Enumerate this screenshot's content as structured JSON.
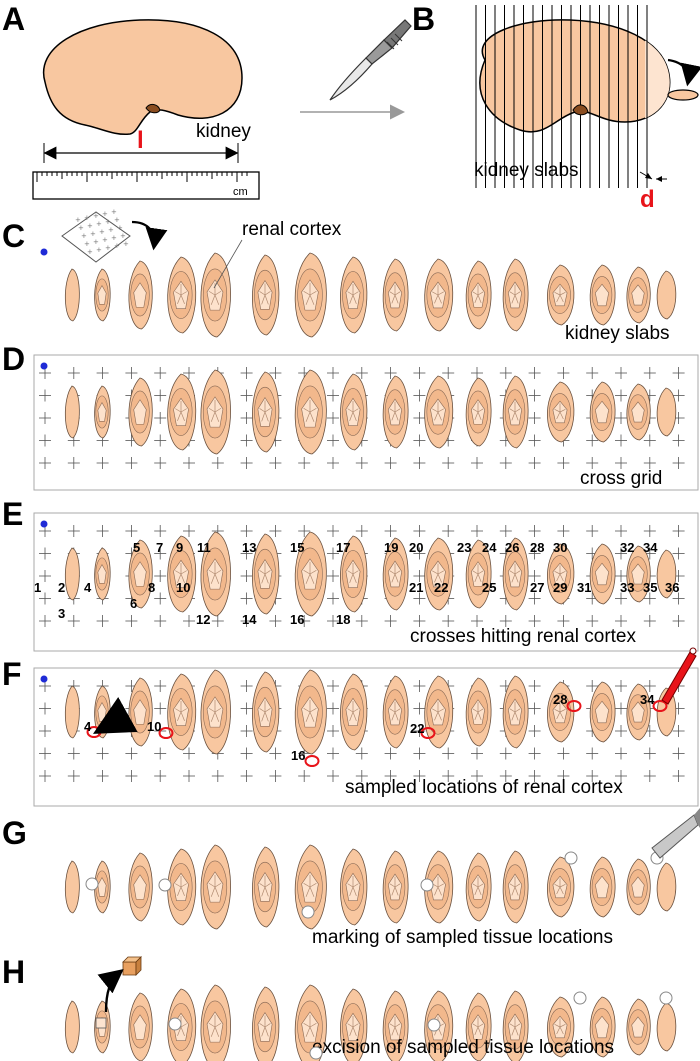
{
  "panels": [
    {
      "letter": "A"
    },
    {
      "letter": "B"
    },
    {
      "letter": "C",
      "caption": "kidney slabs",
      "callout": "renal cortex",
      "grid": false,
      "n": 16
    },
    {
      "letter": "D",
      "caption": "cross grid",
      "grid": true,
      "n": 16
    },
    {
      "letter": "E",
      "caption": "crosses hitting renal cortex",
      "grid": true,
      "n": 16
    },
    {
      "letter": "F",
      "caption": "sampled locations of renal cortex",
      "grid": true,
      "n": 16
    },
    {
      "letter": "G",
      "caption": "marking of sampled tissue locations",
      "grid": false,
      "n": 16
    },
    {
      "letter": "H",
      "caption": "excision of sampled tissue locations",
      "grid": false,
      "n": 16
    }
  ],
  "panel_a": {
    "kidney_label": "kidney",
    "length_label": "l",
    "ruler_unit": "cm"
  },
  "panel_b": {
    "slabs_label": "kidney slabs",
    "thickness_label": "d"
  },
  "cross_numbers": [
    "1",
    "2",
    "3",
    "4",
    "5",
    "6",
    "7",
    "8",
    "9",
    "10",
    "11",
    "12",
    "13",
    "14",
    "15",
    "16",
    "17",
    "18",
    "19",
    "20",
    "21",
    "22",
    "23",
    "24",
    "25",
    "26",
    "27",
    "28",
    "29",
    "30",
    "31",
    "32",
    "33",
    "34",
    "35",
    "36"
  ],
  "sampled_numbers": [
    "4",
    "10",
    "16",
    "22",
    "28",
    "34"
  ],
  "colors": {
    "kidney_fill": "#f8c7a0",
    "cortex_inner": "#f2b88c",
    "medulla": "#fde2cc",
    "red": "#e8141a",
    "blue_dot": "#1f2bd6",
    "grid": "#555555",
    "box_border": "#aaaaaa"
  },
  "icons": [
    "scalpel-icon",
    "grid-sheet-icon",
    "curved-arrow-icon",
    "pen-icon",
    "knife-icon",
    "tissue-cube-icon"
  ]
}
